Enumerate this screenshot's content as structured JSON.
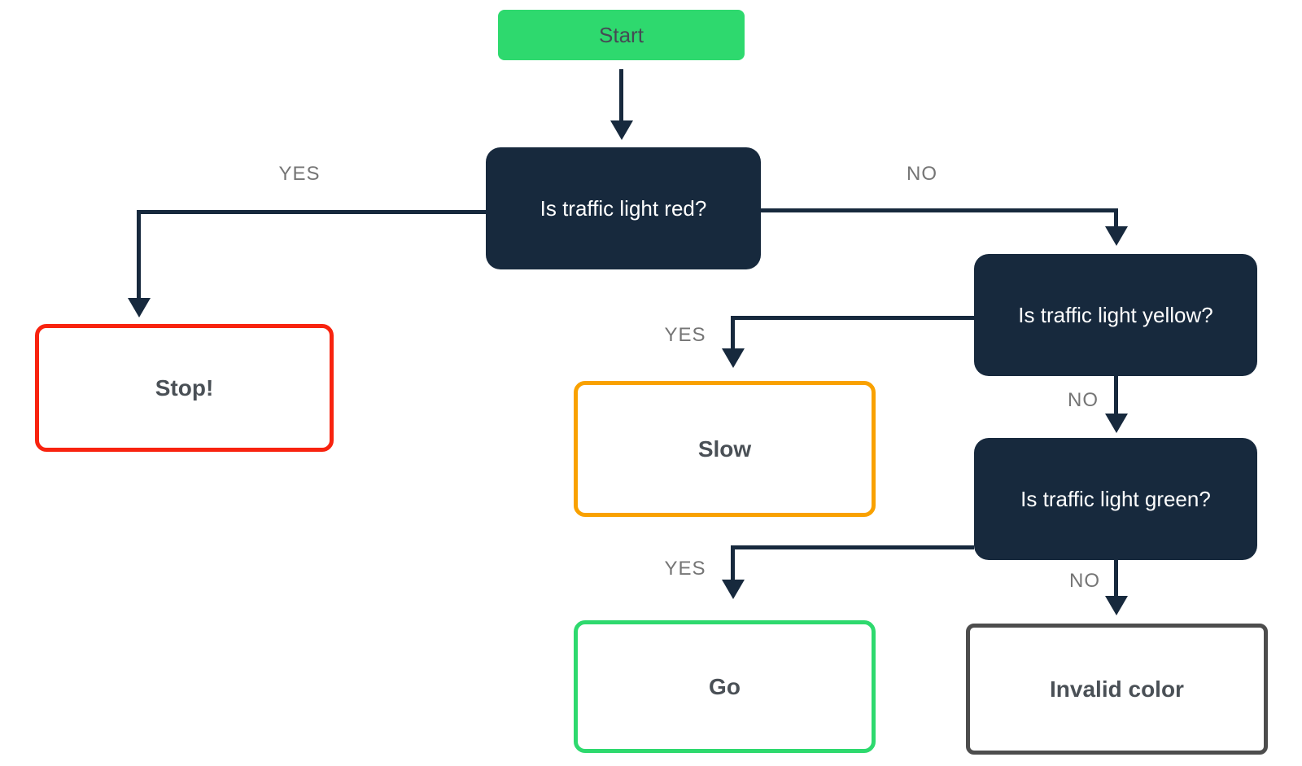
{
  "diagram_type": "flowchart",
  "colors": {
    "node_question_fill": "#17293D",
    "node_question_text": "#FFFFFF",
    "start_fill": "#2ED96E",
    "stop_border": "#F8230F",
    "slow_border": "#F9A100",
    "go_border": "#2ED96E",
    "invalid_border": "#4D4D4D",
    "result_text": "#4A5056",
    "edge_line": "#17293D",
    "edge_label_text": "#757575",
    "background": "#FFFFFF"
  },
  "nodes": {
    "start": {
      "label": "Start",
      "shape": "terminal"
    },
    "question_red": {
      "label": "Is traffic light red?",
      "shape": "decision"
    },
    "stop": {
      "label": "Stop!",
      "shape": "result"
    },
    "question_yellow": {
      "label": "Is traffic light yellow?",
      "shape": "decision"
    },
    "slow": {
      "label": "Slow",
      "shape": "result"
    },
    "question_green": {
      "label": "Is traffic light green?",
      "shape": "decision"
    },
    "go": {
      "label": "Go",
      "shape": "result"
    },
    "invalid": {
      "label": "Invalid color",
      "shape": "result"
    }
  },
  "edges": {
    "start_to_red": {
      "from": "start",
      "to": "question_red",
      "label": ""
    },
    "red_yes": {
      "from": "question_red",
      "to": "stop",
      "label": "YES"
    },
    "red_no": {
      "from": "question_red",
      "to": "question_yellow",
      "label": "NO"
    },
    "yellow_yes": {
      "from": "question_yellow",
      "to": "slow",
      "label": "YES"
    },
    "yellow_no": {
      "from": "question_yellow",
      "to": "question_green",
      "label": "NO"
    },
    "green_yes": {
      "from": "question_green",
      "to": "go",
      "label": "YES"
    },
    "green_no": {
      "from": "question_green",
      "to": "invalid",
      "label": "NO"
    }
  }
}
